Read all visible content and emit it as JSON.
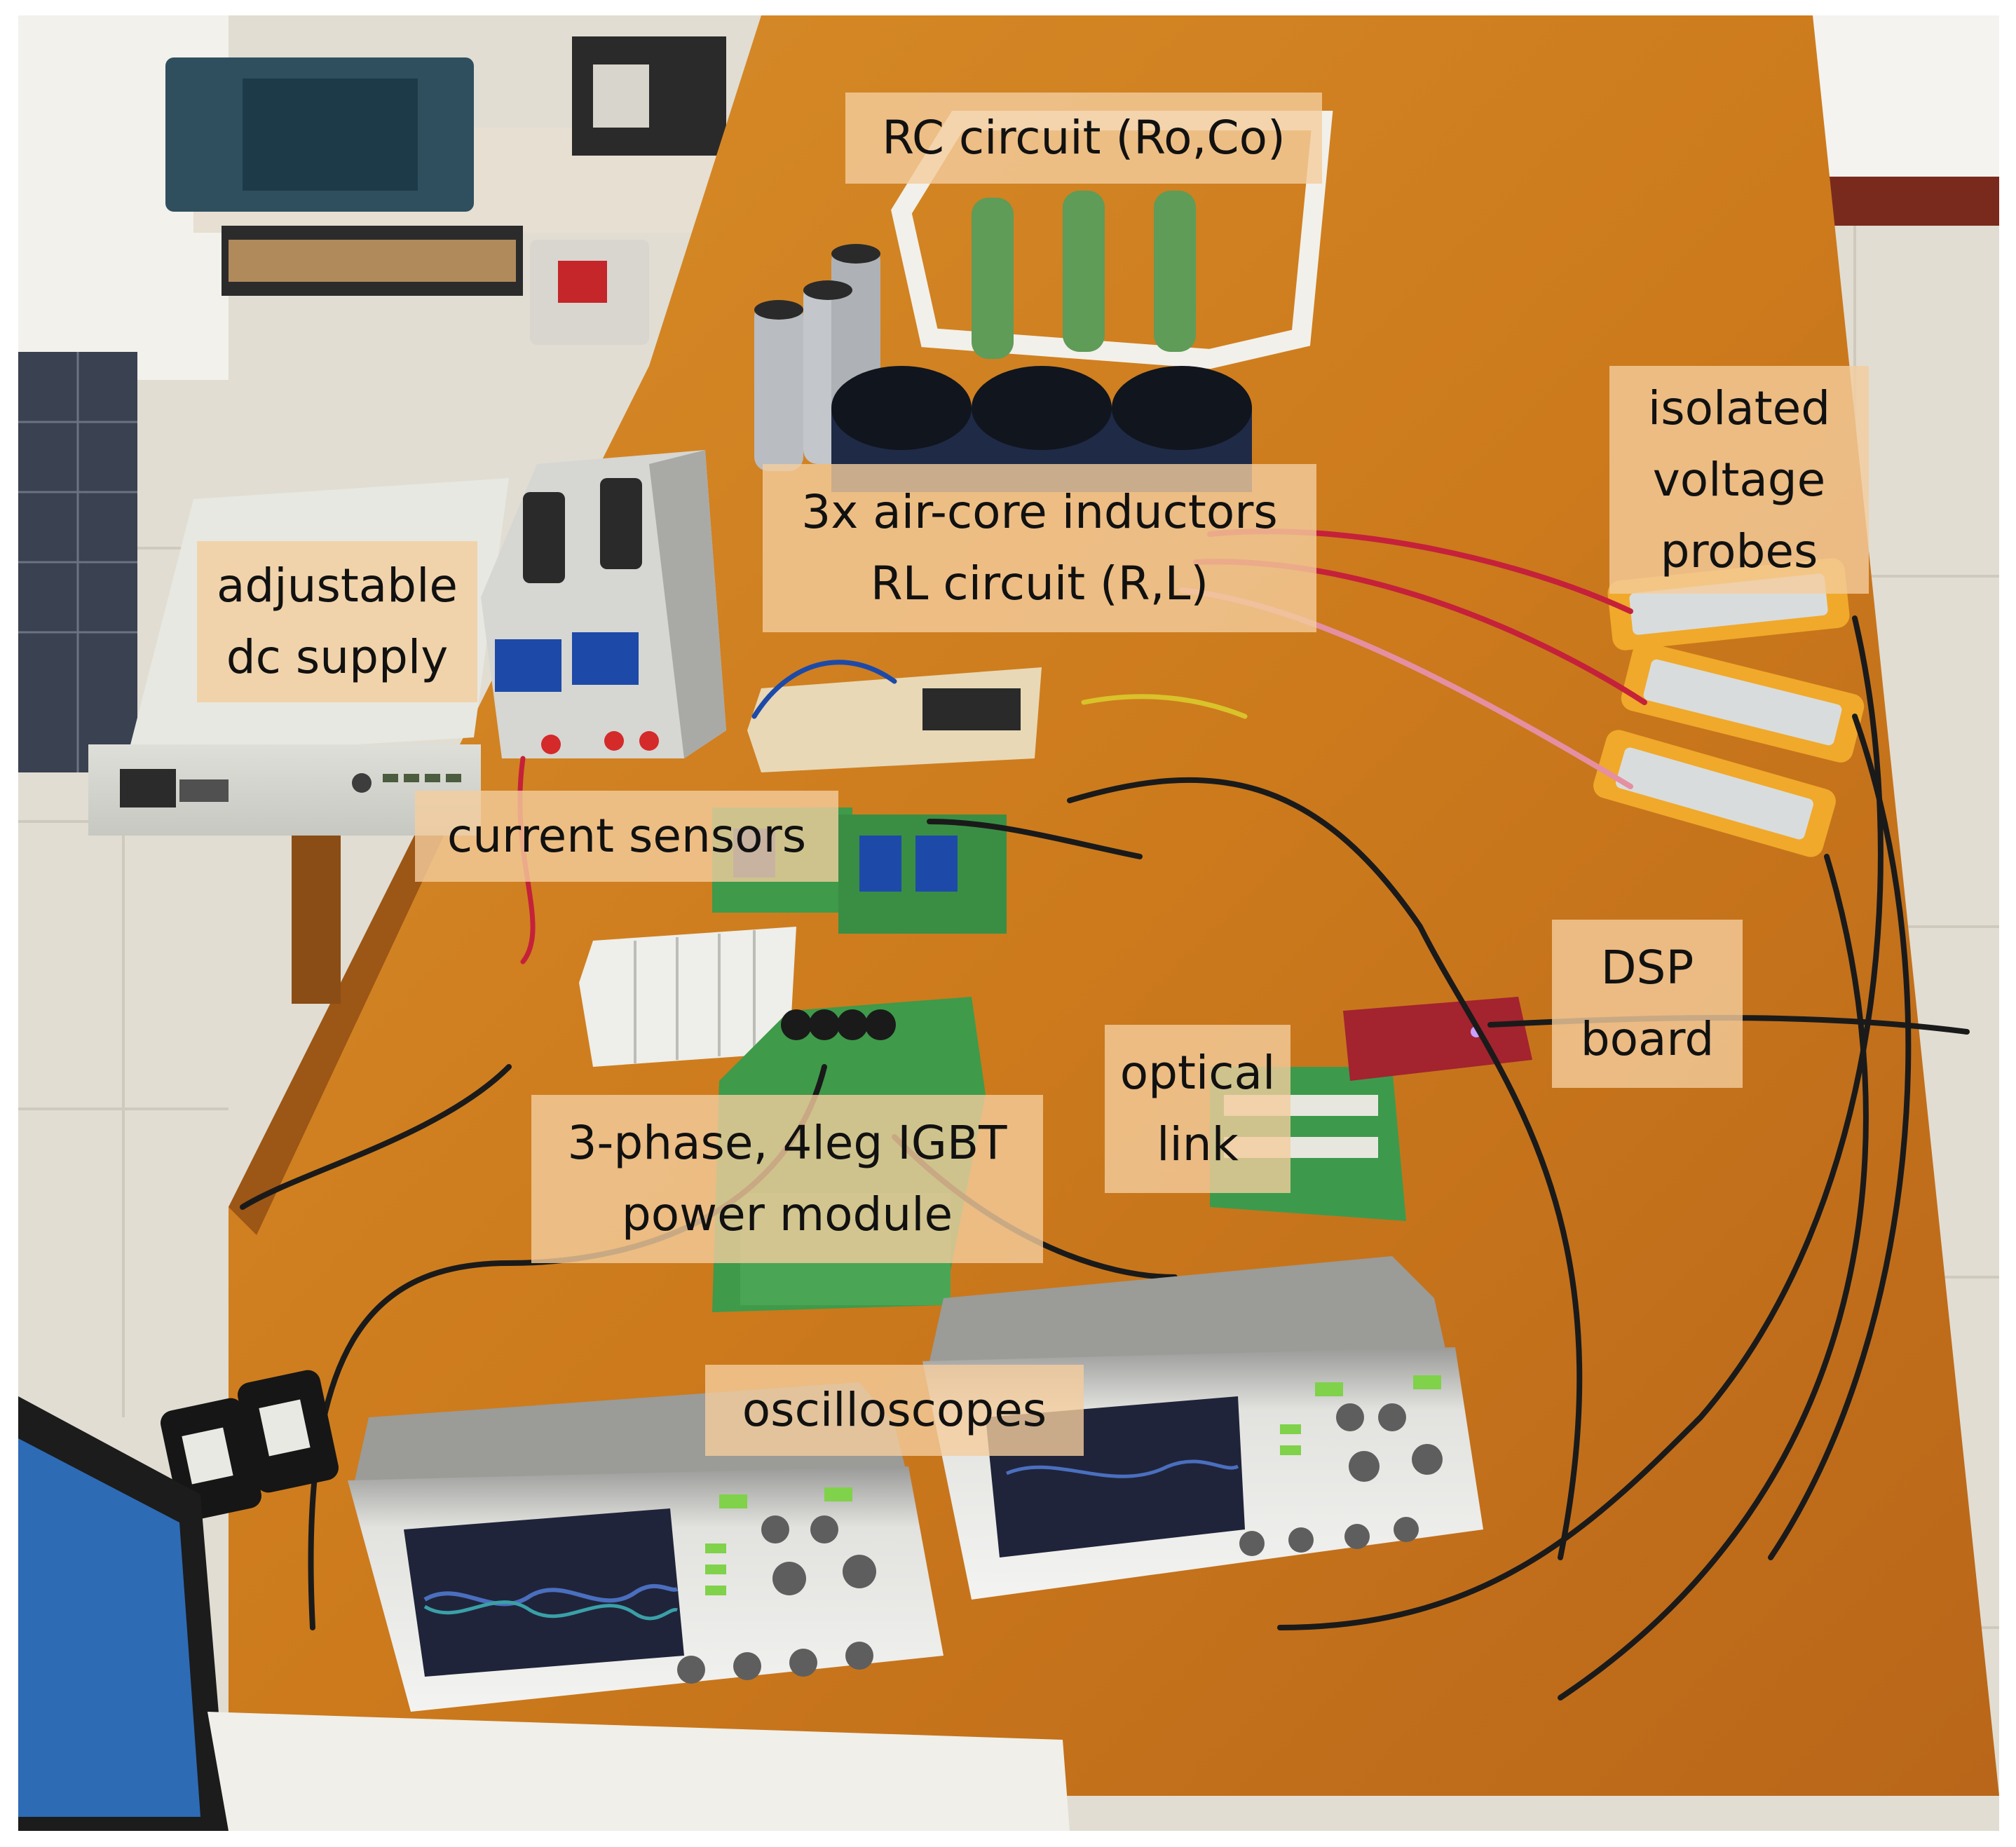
{
  "labels": {
    "rc_circuit": "RC circuit (Ro,Co)",
    "inductors": [
      "3x air-core inductors",
      "RL circuit (R,L)"
    ],
    "dc_supply": [
      "adjustable",
      "dc supply"
    ],
    "voltage_probes": [
      "isolated",
      "voltage",
      "probes"
    ],
    "current_sensors": "current sensors",
    "dsp_board": [
      "DSP",
      "board"
    ],
    "optical_link": [
      "optical",
      "link"
    ],
    "igbt_module": [
      "3-phase, 4leg IGBT",
      "power module"
    ],
    "oscilloscopes": "oscilloscopes"
  },
  "colors": {
    "table": "#cf7f1e",
    "floor": "#e3ded3",
    "label_bg": "#f4cd9e",
    "pcb_green": "#3f9a4a",
    "probe_yellow": "#f0a92a",
    "scope_white": "#e9e9e6",
    "resistor_green": "#5e9c58",
    "inductor_black": "#1c2230",
    "dsp_red": "#a3232f"
  },
  "objects": {
    "instruments": [
      "dc-supply-rack",
      "bench-supply",
      "rc-resistor-frame",
      "capacitor-bank",
      "air-core-inductors",
      "terminal-block",
      "voltage-probes",
      "current-sensor-boards",
      "circuit-breaker",
      "igbt-pcb",
      "optical-link-pcb",
      "dsp-board",
      "oscilloscope-left",
      "oscilloscope-right",
      "laptop",
      "power-adapters"
    ]
  }
}
